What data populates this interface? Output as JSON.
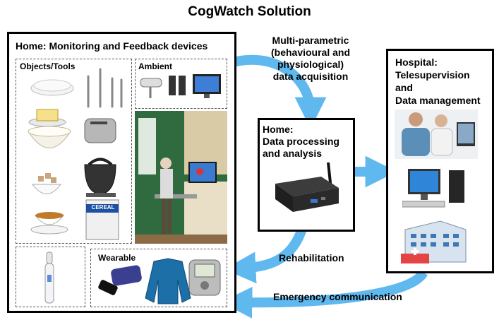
{
  "title": "CogWatch Solution",
  "home_box": {
    "label": "Home: Monitoring and Feedback devices",
    "objects_label": "Objects/Tools",
    "ambient_label": "Ambient",
    "wearable_label": "Wearable",
    "cereal_text": "CEREAL"
  },
  "processing_box": {
    "line1": "Home:",
    "line2": "Data processing",
    "line3": "and analysis"
  },
  "hospital_box": {
    "line1": "Hospital:",
    "line2": "Telesupervision",
    "line3": "and",
    "line4": "Data management"
  },
  "arrows": {
    "acquisition_line1": "Multi-parametric",
    "acquisition_line2": "(behavioural and",
    "acquisition_line3": "physiological)",
    "acquisition_line4": "data acquisition",
    "rehabilitation": "Rehabilitation",
    "emergency": "Emergency communication"
  },
  "colors": {
    "arrow": "#5fb8ee",
    "border": "#000000",
    "dashed_border": "#555555"
  }
}
